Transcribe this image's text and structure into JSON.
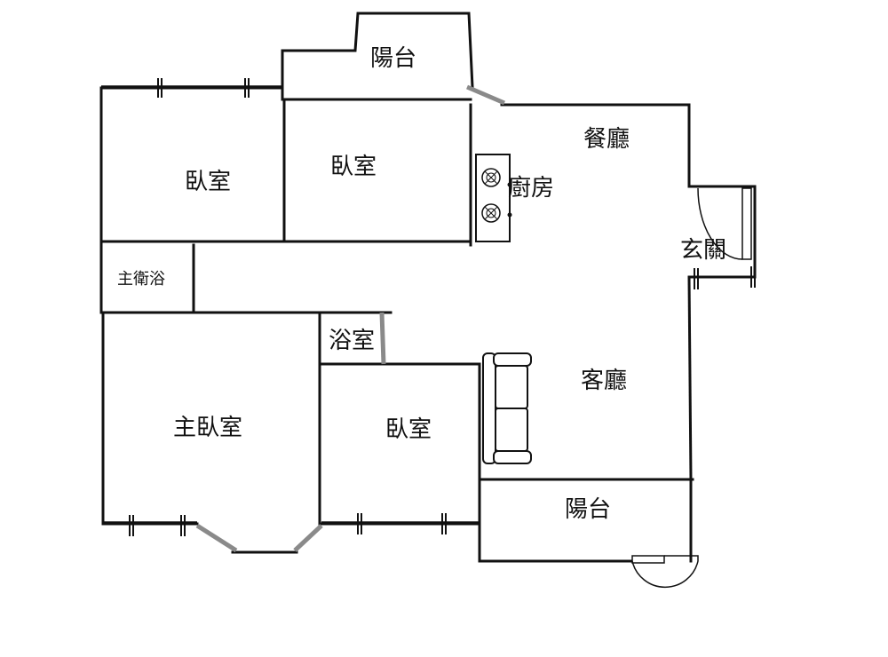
{
  "floor_plan": {
    "rooms": {
      "balcony_top": "陽台",
      "bedroom_left": "臥室",
      "bedroom_middle": "臥室",
      "dining_room": "餐廳",
      "kitchen": "廚房",
      "entrance": "玄關",
      "master_bath": "主衛浴",
      "bathroom": "浴室",
      "living_room": "客廳",
      "master_bedroom": "主臥室",
      "bedroom_bottom": "臥室",
      "balcony_bottom": "陽台"
    },
    "colors": {
      "wall": "#111111",
      "window": "#8a8a8a",
      "background": "#ffffff"
    }
  }
}
